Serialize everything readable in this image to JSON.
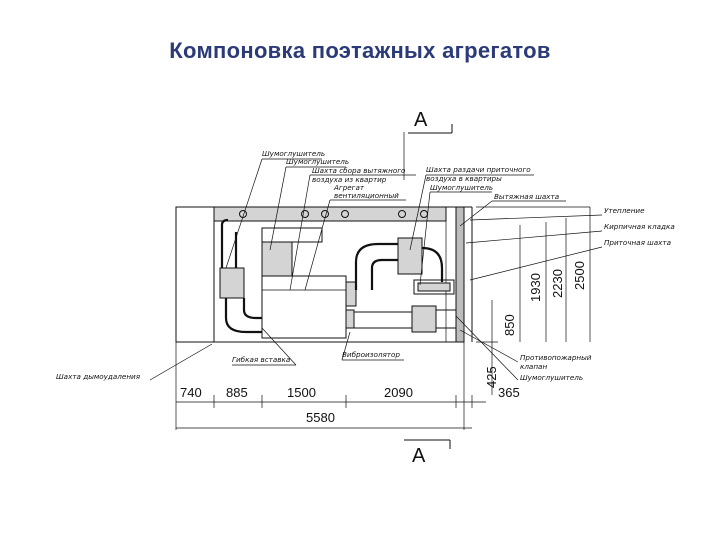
{
  "title": "Компоновка поэтажных агрегатов",
  "section_marks": {
    "top": "А",
    "bottom": "А"
  },
  "labels": {
    "silencer_1": "Шумоглушитель",
    "silencer_2": "Шумоглушитель",
    "exhaust_shaft_collect": "Шахта сбора вытяжного",
    "exhaust_shaft_collect_2": "воздуха из квартир",
    "aggregate": "Агрегат",
    "aggregate_2": "вентиляционный",
    "supply_shaft": "Шахта раздачи приточного",
    "supply_shaft_2": "воздуха в квартиры",
    "silencer_3": "Шумоглушитель",
    "exhaust_shaft": "Вытяжная шахта",
    "insulation": "Утепление",
    "brick": "Кирпичная кладка",
    "supply_shaft_right": "Приточная шахта",
    "smoke_shaft": "Шахта дымоудаления",
    "flex_insert": "Гибкая вставка",
    "vibro": "Виброизолятор",
    "fire_valve": "Противопожарный",
    "fire_valve_2": "клапан",
    "silencer_4": "Шумоглушитель"
  },
  "dimensions": {
    "horizontal": [
      "740",
      "885",
      "1500",
      "2090",
      "365"
    ],
    "total": "5580",
    "vertical": [
      "425",
      "850",
      "1930",
      "2230",
      "2500"
    ]
  }
}
